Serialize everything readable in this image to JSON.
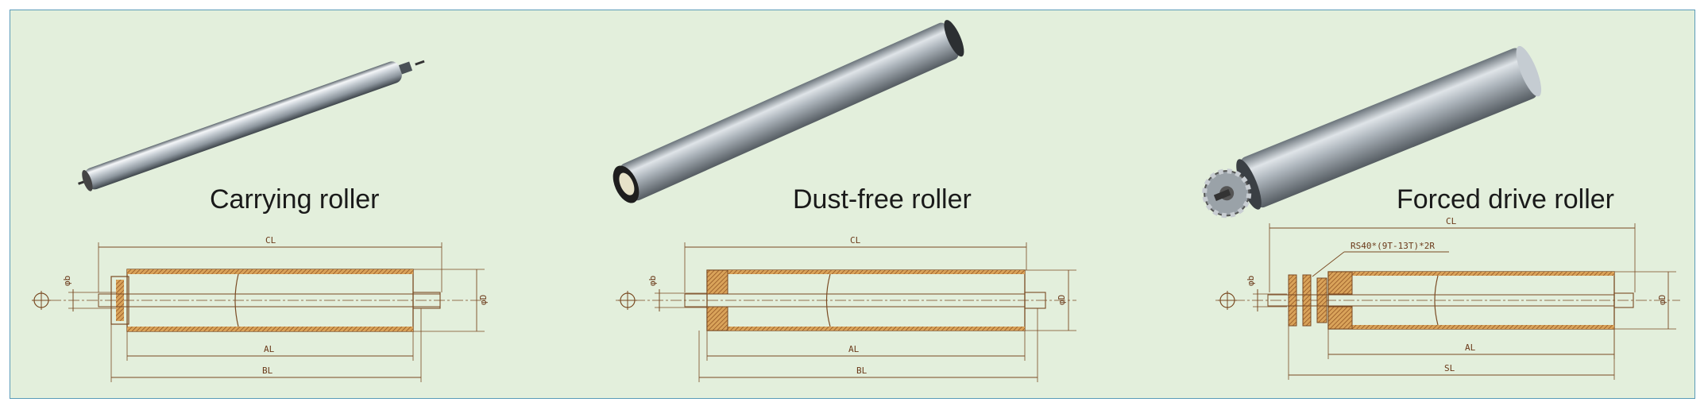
{
  "panels": [
    {
      "title": "Carrying roller",
      "dims": {
        "phi_b": "φb",
        "cl": "CL",
        "phi_d": "φD",
        "al": "AL",
        "bl": "BL"
      }
    },
    {
      "title": "Dust-free roller",
      "dims": {
        "phi_b": "φb",
        "cl": "CL",
        "phi_d": "φD",
        "al": "AL",
        "bl": "BL"
      }
    },
    {
      "title": "Forced drive roller",
      "dims": {
        "phi_b": "φb",
        "cl": "CL",
        "sprocket": "RS40*(9T-13T)*2R",
        "phi_d": "φD",
        "al": "AL",
        "sl": "SL"
      }
    }
  ],
  "colors": {
    "background": "#e3efdc",
    "border": "#5a9bb8",
    "drawing_line": "#7a4a22",
    "steel": "#b8c0c8"
  }
}
